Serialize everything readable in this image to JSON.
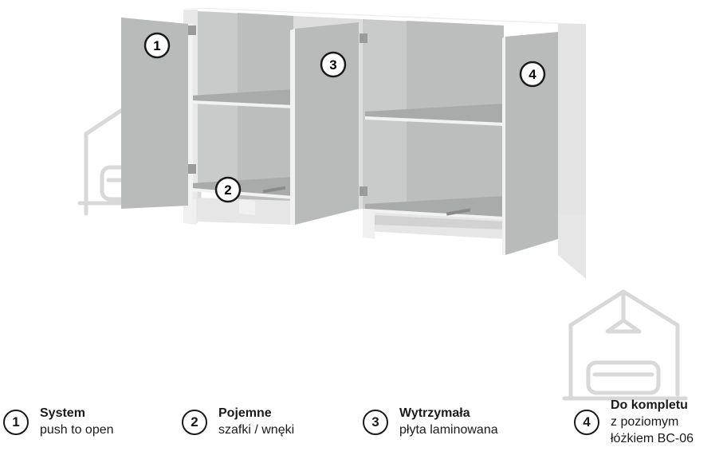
{
  "callouts": [
    "1",
    "2",
    "3",
    "4"
  ],
  "features": [
    {
      "num": "1",
      "title": "System",
      "lines": [
        "push to open"
      ]
    },
    {
      "num": "2",
      "title": "Pojemne",
      "lines": [
        "szafki / wnęki"
      ]
    },
    {
      "num": "3",
      "title": "Wytrzymała",
      "lines": [
        "płyta laminowana"
      ]
    },
    {
      "num": "4",
      "title": "Do kompletu",
      "lines": [
        "z poziomym",
        "łóżkiem BC-06"
      ]
    }
  ],
  "colors": {
    "body": "#dcdddd",
    "interior": "#c8c9c9",
    "door": "#b8b9b9",
    "edge": "#f2f2f2",
    "watermark": "#d6d6d6"
  }
}
